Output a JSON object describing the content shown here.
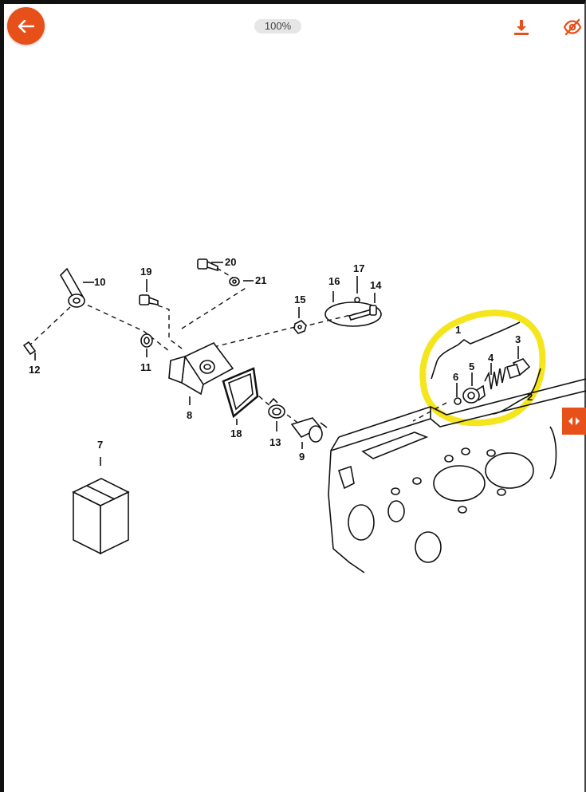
{
  "toolbar": {
    "zoom_level": "100%",
    "back_icon": "arrow-left-icon",
    "download_icon": "download-icon",
    "visibility_icon": "eye-off-icon",
    "side_tab_icon": "expand-horizontal-icon",
    "accent_color": "#e8501a"
  },
  "diagram": {
    "highlight_color": "#f4e51c",
    "callouts": [
      {
        "id": "c1",
        "label": "1"
      },
      {
        "id": "c2",
        "label": "2"
      },
      {
        "id": "c3",
        "label": "3"
      },
      {
        "id": "c4",
        "label": "4"
      },
      {
        "id": "c5",
        "label": "5"
      },
      {
        "id": "c6",
        "label": "6"
      },
      {
        "id": "c7",
        "label": "7"
      },
      {
        "id": "c8",
        "label": "8"
      },
      {
        "id": "c9",
        "label": "9"
      },
      {
        "id": "c10",
        "label": "10"
      },
      {
        "id": "c11",
        "label": "11"
      },
      {
        "id": "c12",
        "label": "12"
      },
      {
        "id": "c13",
        "label": "13"
      },
      {
        "id": "c14",
        "label": "14"
      },
      {
        "id": "c15",
        "label": "15"
      },
      {
        "id": "c16",
        "label": "16"
      },
      {
        "id": "c17",
        "label": "17"
      },
      {
        "id": "c18",
        "label": "18"
      },
      {
        "id": "c19",
        "label": "19"
      },
      {
        "id": "c20",
        "label": "20"
      },
      {
        "id": "c21",
        "label": "21"
      }
    ]
  }
}
